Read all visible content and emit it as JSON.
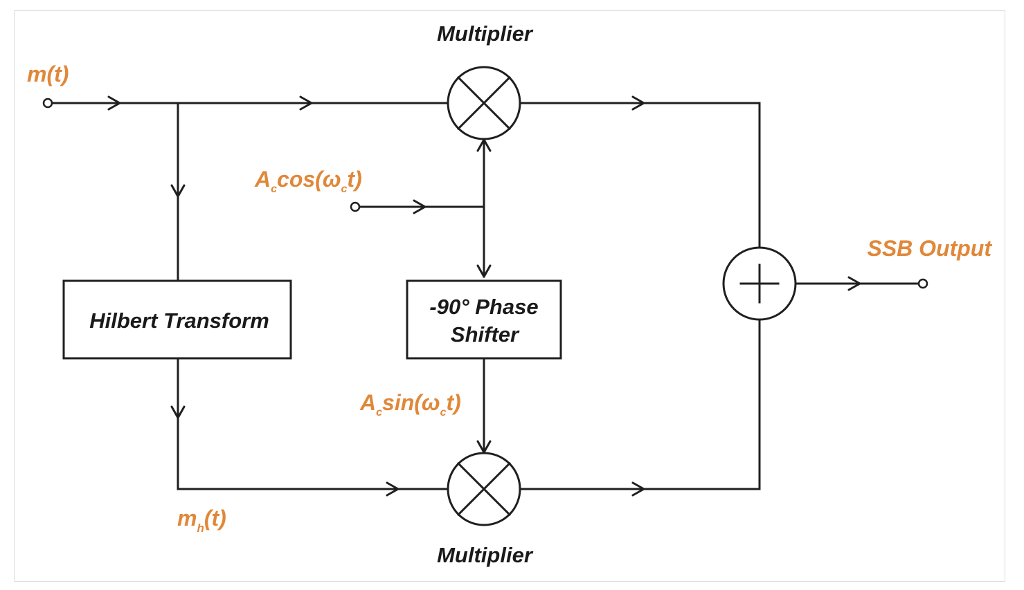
{
  "diagram": {
    "labels": {
      "multiplier_top": "Multiplier",
      "multiplier_bottom": "Multiplier",
      "hilbert_transform": "Hilbert Transform",
      "phase_shifter_line1": "-90° Phase",
      "phase_shifter_line2": "Shifter",
      "ssb_output": "SSB Output"
    },
    "signals": {
      "message": "m(t)",
      "carrier_cos": {
        "main": "A",
        "sub": "c",
        "mid": "cos(ω",
        "sub2": "c",
        "end": "t)"
      },
      "carrier_sin": {
        "main": "A",
        "sub": "c",
        "mid": "sin(ω",
        "sub2": "c",
        "end": "t)"
      },
      "hilbert_out": {
        "main": "m",
        "sub": "h",
        "end": "(t)"
      }
    },
    "colors": {
      "signal_label": "#e0883a",
      "line": "#1f1f1f",
      "block_text": "#1a1a1a"
    },
    "icons": {
      "multiplier": "circle-x-icon",
      "adder": "circle-plus-icon",
      "terminal": "open-circle-terminal"
    }
  }
}
